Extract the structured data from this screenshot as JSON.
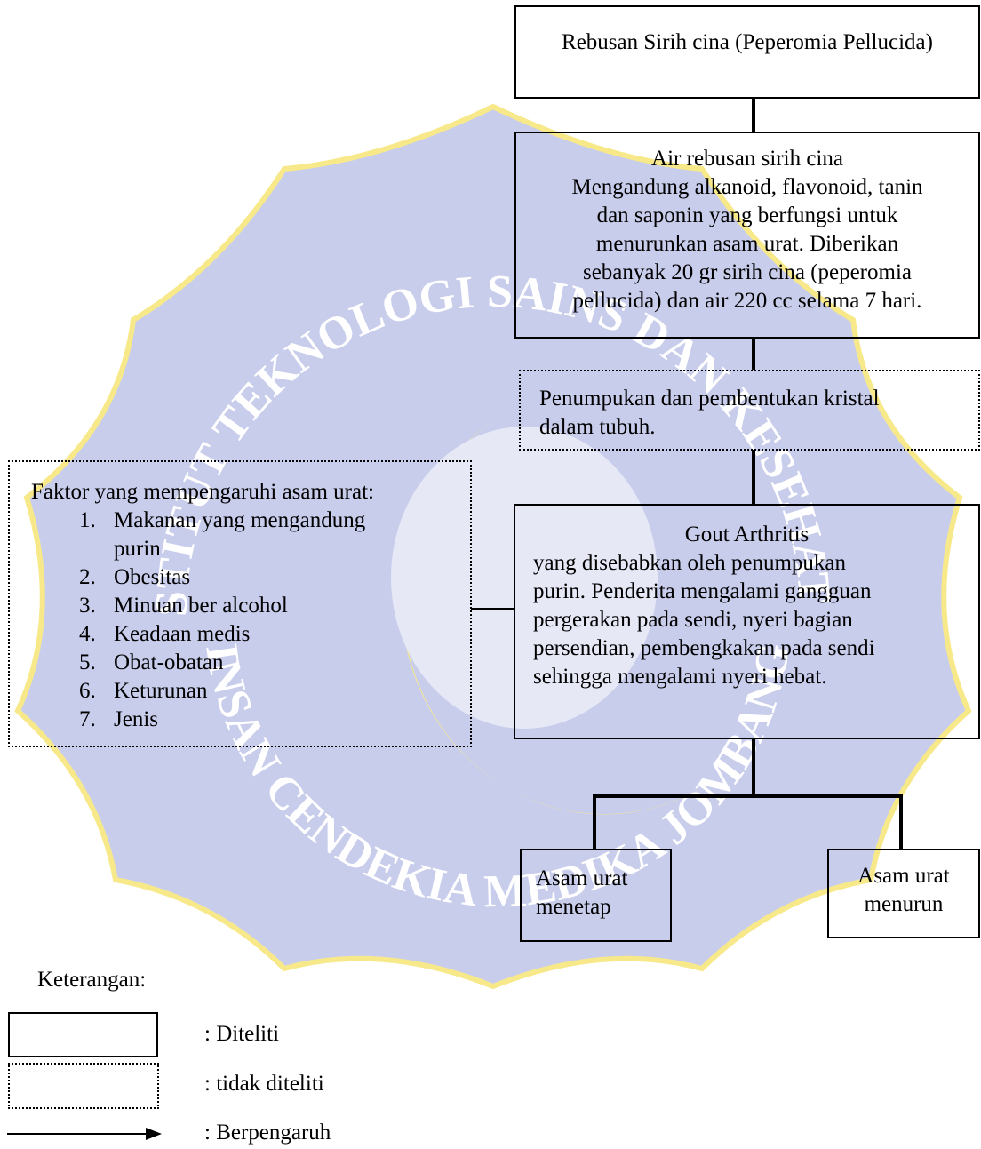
{
  "colors": {
    "watermark_fill": "#c9cdec",
    "watermark_accent": "#f7e98a",
    "border": "#000000"
  },
  "watermark": {
    "top_text": "INSTITUT TEKNOLOGI SAINS DAN KESEHATAN",
    "bottom_text": "INSAN CENDEKIA MEDIKA JOMBANG"
  },
  "boxes": {
    "intervention": {
      "text": "Rebusan Sirih cina (Peperomia Pellucida)"
    },
    "content": {
      "title": "Air rebusan sirih cina",
      "lines": [
        "Mengandung alkanoid, flavonoid, tanin",
        "dan saponin yang berfungsi untuk",
        "menurunkan asam urat. Diberikan",
        "sebanyak 20 gr sirih cina (peperomia",
        "pellucida) dan air 220 cc selama 7 hari."
      ]
    },
    "crystal": {
      "lines": [
        "Penumpukan dan pembentukan kristal",
        "dalam tubuh."
      ]
    },
    "gout": {
      "title": "Gout Arthritis",
      "lines": [
        "yang disebabkan oleh penumpukan",
        "purin. Penderita mengalami gangguan",
        "pergerakan pada sendi, nyeri bagian",
        "persendian, pembengkakan pada sendi",
        "sehingga mengalami nyeri hebat."
      ]
    },
    "factors": {
      "heading": "Faktor yang mempengaruhi asam urat:",
      "items": [
        {
          "num": "1.",
          "line1": "Makanan yang mengandung",
          "line2": "purin"
        },
        {
          "num": "2.",
          "line1": "Obesitas"
        },
        {
          "num": "3.",
          "line1": "Minuan ber alcohol"
        },
        {
          "num": "4.",
          "line1": "Keadaan medis"
        },
        {
          "num": "5.",
          "line1": "Obat-obatan"
        },
        {
          "num": "6.",
          "line1": "Keturunan"
        },
        {
          "num": "7.",
          "line1": "Jenis"
        }
      ]
    },
    "outcome_left": {
      "lines": [
        "Asam urat",
        "menetap"
      ]
    },
    "outcome_right": {
      "lines": [
        "Asam urat",
        "menurun"
      ]
    }
  },
  "legend": {
    "title": "Keterangan:",
    "solid_label": ": Diteliti",
    "dotted_label": ": tidak diteliti",
    "arrow_label": ": Berpengaruh"
  }
}
